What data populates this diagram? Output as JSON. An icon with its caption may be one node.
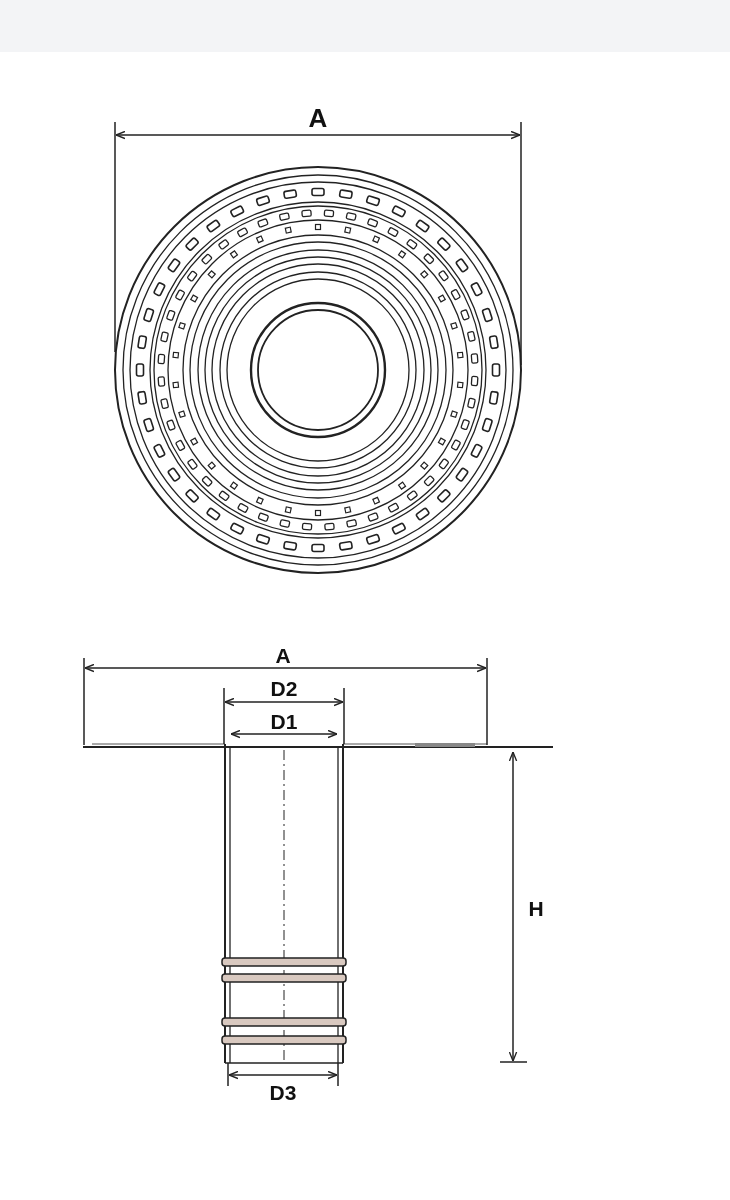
{
  "diagram": {
    "labels": [
      "A",
      "A",
      "D2",
      "D1",
      "H",
      "D3"
    ]
  }
}
